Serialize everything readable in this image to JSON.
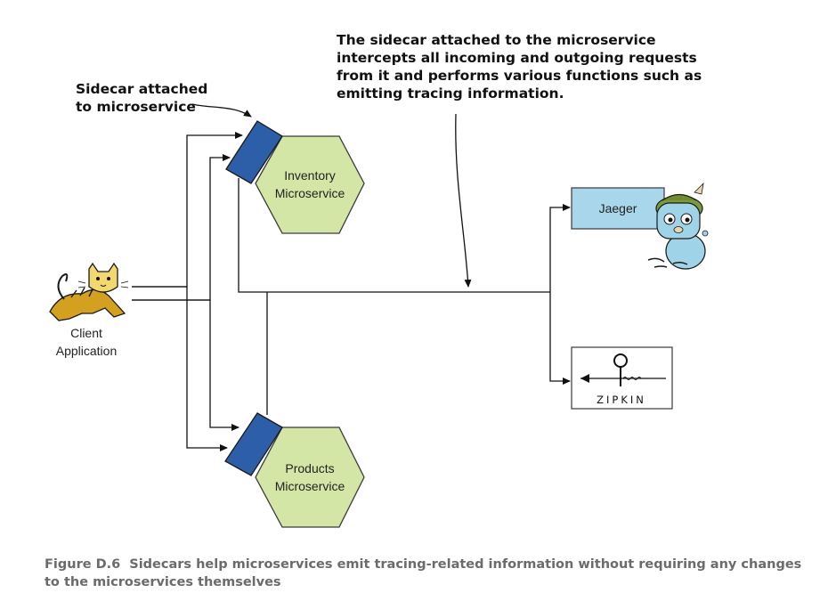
{
  "callouts": {
    "sidecar": [
      "Sidecar attached",
      "to microservice"
    ],
    "tracing": [
      "The sidecar attached to the microservice",
      "intercepts all incoming and outgoing requests",
      "from it and performs various functions such as",
      "emitting tracing information."
    ]
  },
  "nodes": {
    "client": {
      "lines": [
        "Client",
        "Application"
      ],
      "icon": "tomcat-cat-icon"
    },
    "inventory": {
      "lines": [
        "Inventory",
        "Microservice"
      ]
    },
    "products": {
      "lines": [
        "Products",
        "Microservice"
      ]
    },
    "jaeger": {
      "label": "Jaeger",
      "icon": "jaeger-gopher-icon"
    },
    "zipkin": {
      "label": "ZIPKIN",
      "icon": "zipkin-logo-icon"
    }
  },
  "caption": {
    "figure": "Figure D.6",
    "text": "Sidecars help microservices emit tracing-related information without requiring any changes to the microservices themselves"
  },
  "colors": {
    "hexagon_fill": "#d4e6a6",
    "hexagon_stroke": "#3a3a3a",
    "sidecar_fill": "#2d5ea8",
    "jaeger_fill": "#a8d6ea",
    "line": "#111111"
  }
}
